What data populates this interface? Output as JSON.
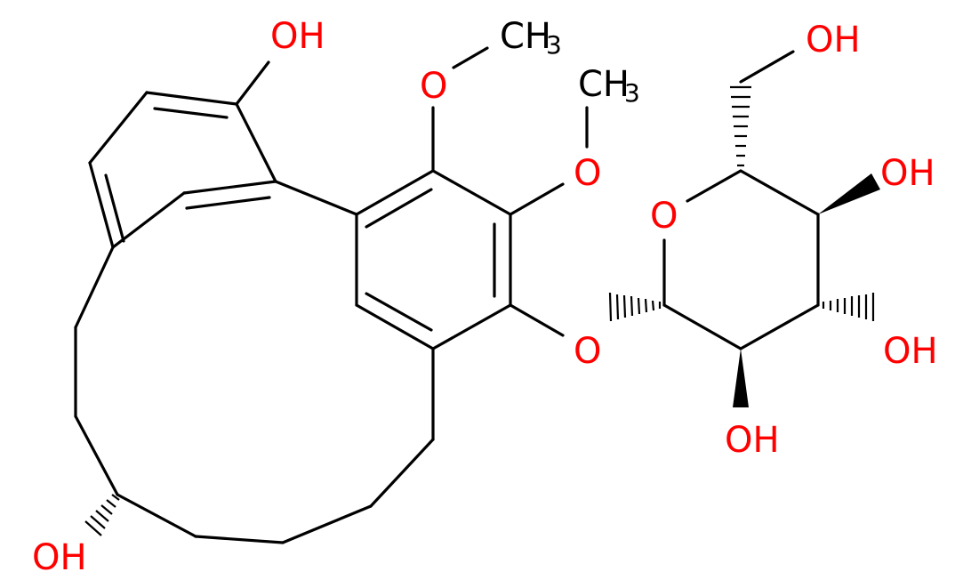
{
  "labels": {
    "oh_phenol": "OH",
    "methoxy1_o": "O",
    "methoxy1_ch": "CH",
    "methoxy1_sub": "3",
    "methoxy2_o": "O",
    "methoxy2_ch": "CH",
    "methoxy2_sub": "3",
    "glycosidic_o": "O",
    "ring_o": "O",
    "oh_ch2": "OH",
    "oh_c4": "OH",
    "oh_c3": "OH",
    "oh_c2": "OH",
    "oh_alcohol": "OH"
  },
  "colors": {
    "bond": "#000000",
    "oxygen": "#ff0000",
    "carbon": "#000000",
    "background": "#ffffff"
  }
}
